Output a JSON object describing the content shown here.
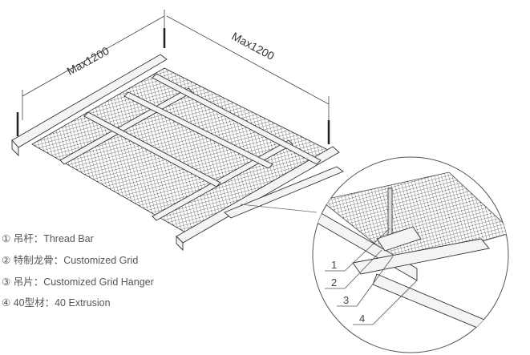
{
  "dimensions": {
    "left": "Max1200",
    "right": "Max1200"
  },
  "legend": [
    {
      "num": "①",
      "text": "吊杆：Thread Bar"
    },
    {
      "num": "②",
      "text": "特制龙骨：Customized Grid"
    },
    {
      "num": "③",
      "text": "吊片：Customized Grid Hanger"
    },
    {
      "num": "④",
      "text": "40型材：40 Extrusion"
    }
  ],
  "callouts": [
    "1",
    "2",
    "3",
    "4"
  ]
}
